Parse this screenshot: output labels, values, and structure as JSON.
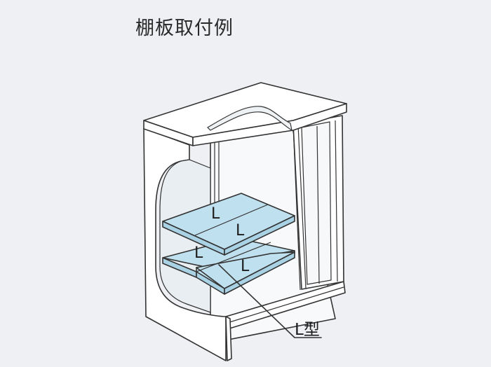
{
  "title": "棚板取付例",
  "shelf_labels": {
    "upper_back": "L",
    "upper_front": "L",
    "lower_back": "L",
    "lower_front": "L"
  },
  "callout_label": "L型",
  "colors": {
    "background": "#eef0f3",
    "panel": "#ffffff",
    "shelf": "#bfe0ee",
    "line": "#333333"
  }
}
